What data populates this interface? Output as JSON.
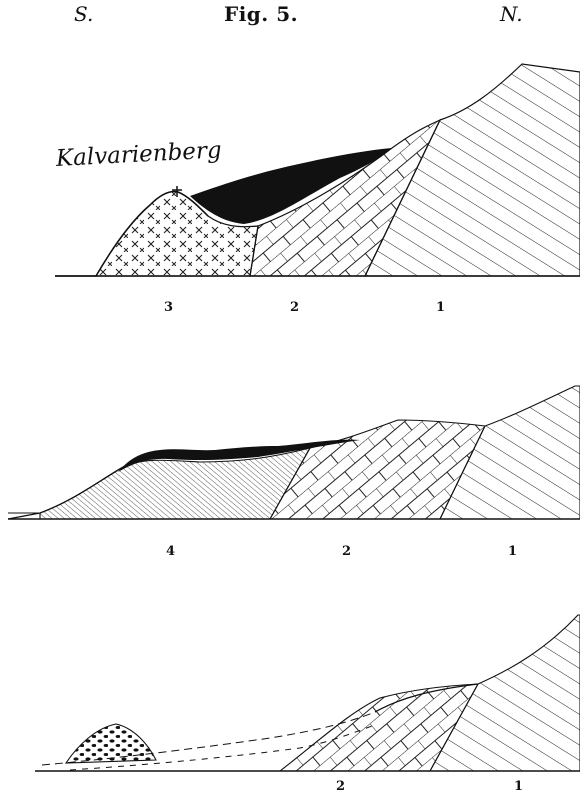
{
  "header": {
    "left": "S.",
    "title": "Fig. 5.",
    "right": "N."
  },
  "sections": [
    {
      "place_label": "Kalvarienberg",
      "labels": [
        "3",
        "2",
        "1"
      ]
    },
    {
      "labels": [
        "4",
        "2",
        "1"
      ]
    },
    {
      "labels": [
        "2",
        "1"
      ]
    }
  ],
  "colors": {
    "ink": "#111111",
    "paper": "#ffffff"
  }
}
